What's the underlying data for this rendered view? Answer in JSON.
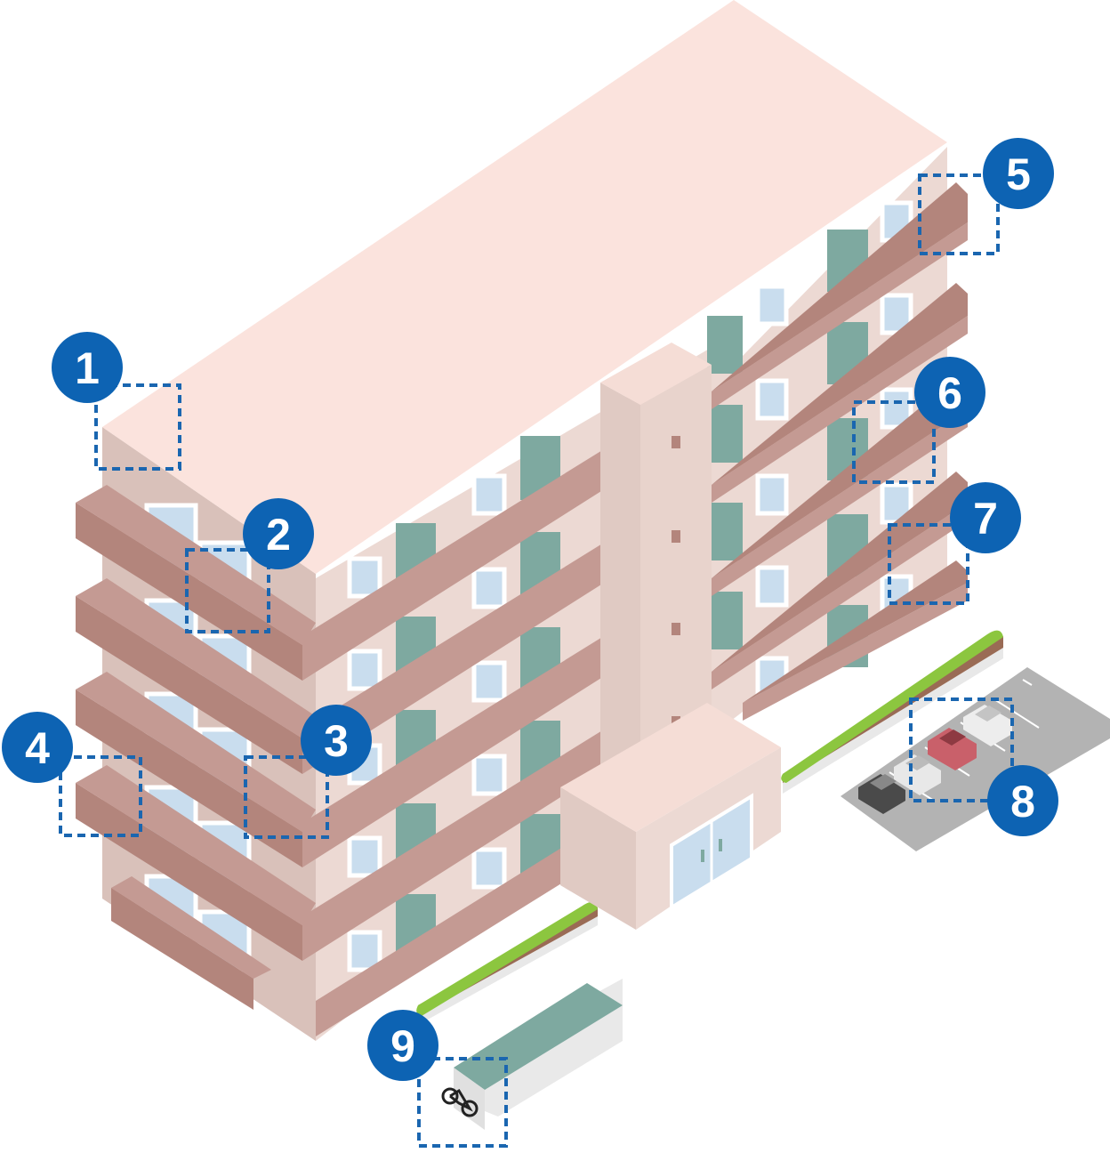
{
  "markers": [
    {
      "label": "1"
    },
    {
      "label": "2"
    },
    {
      "label": "3"
    },
    {
      "label": "4"
    },
    {
      "label": "5"
    },
    {
      "label": "6"
    },
    {
      "label": "7"
    },
    {
      "label": "8"
    },
    {
      "label": "9"
    }
  ],
  "colors": {
    "roof": "#fbe3dd",
    "wall_light": "#ecd9d3",
    "wall_mid": "#e0cac3",
    "balcony_front": "#c49a93",
    "balcony_top": "#b3857c",
    "door_green": "#7ea9a0",
    "window_fill": "#c9ddee",
    "hedge": "#8cc63f",
    "parking": "#b5b5b5",
    "marker": "#0d63b3",
    "dashed_box": "#1a66b0"
  },
  "icons": [
    "bicycle-icon",
    "car-icon"
  ]
}
